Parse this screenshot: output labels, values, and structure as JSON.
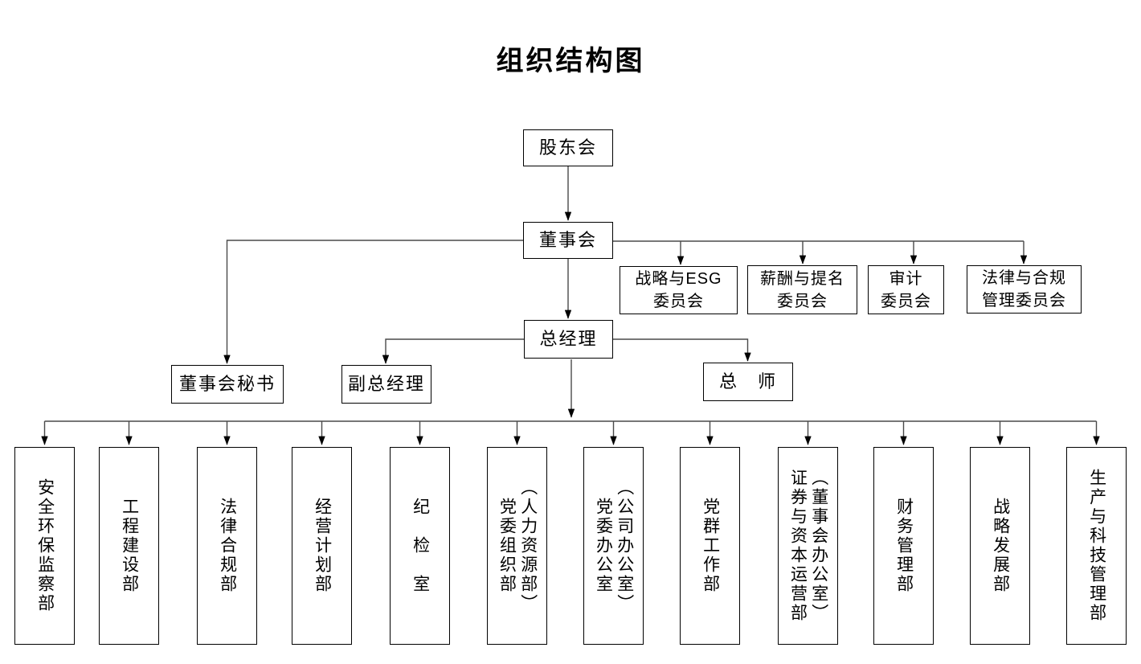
{
  "title": "组织结构图",
  "colors": {
    "background": "#ffffff",
    "box_border": "#000000",
    "connector_line": "#4a4a4a",
    "arrowhead": "#000000",
    "text": "#000000"
  },
  "nodes": {
    "shareholders": {
      "label": "股东会"
    },
    "board": {
      "label": "董事会"
    },
    "general_manager": {
      "label": "总经理"
    },
    "board_secretary": {
      "label": "董事会秘书"
    },
    "deputy_general_manager": {
      "label": "副总经理"
    },
    "chief_engineer": {
      "label": "总　师"
    }
  },
  "committees": [
    {
      "label": "战略与ESG\n委员会"
    },
    {
      "label": "薪酬与提名\n委员会"
    },
    {
      "label": "审计\n委员会"
    },
    {
      "label": "法律与合规\n管理委员会"
    }
  ],
  "departments": [
    {
      "label": "安全环保监察部"
    },
    {
      "label": "工程建设部"
    },
    {
      "label": "法律合规部"
    },
    {
      "label": "经营计划部"
    },
    {
      "label": "纪　检　室"
    },
    {
      "label": "党委组织部\n（人力资源部）"
    },
    {
      "label": "党委办公室\n（公司办公室）"
    },
    {
      "label": "党群工作部"
    },
    {
      "label": "证券与资本运营部\n（董事会办公室）"
    },
    {
      "label": "财务管理部"
    },
    {
      "label": "战略发展部"
    },
    {
      "label": "生产与科技管理部"
    }
  ]
}
